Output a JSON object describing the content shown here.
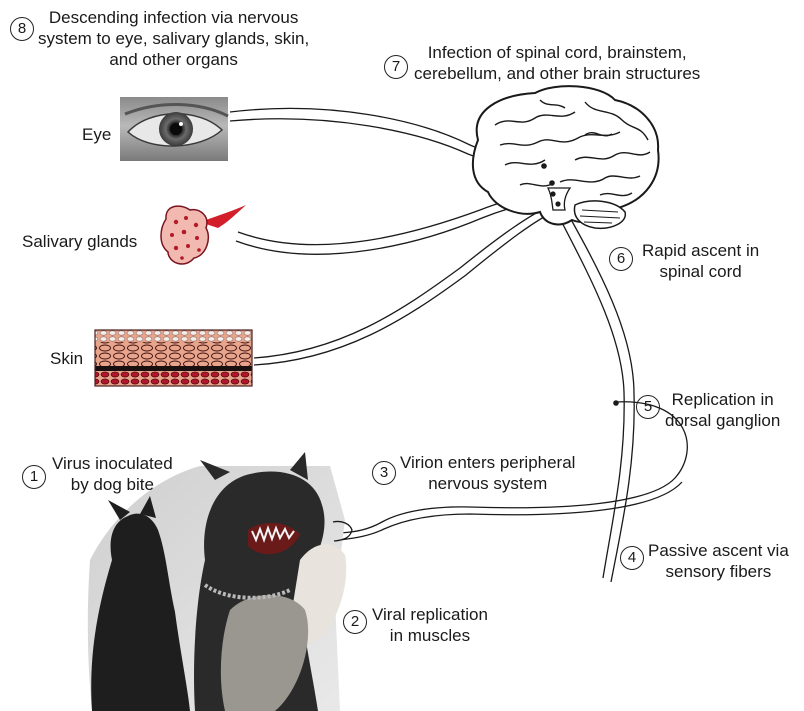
{
  "steps": [
    {
      "n": "1",
      "text_lines": [
        "Virus inoculated",
        "by dog bite"
      ]
    },
    {
      "n": "2",
      "text_lines": [
        "Viral replication",
        "in muscles"
      ]
    },
    {
      "n": "3",
      "text_lines": [
        "Virion enters peripheral",
        "nervous system"
      ]
    },
    {
      "n": "4",
      "text_lines": [
        "Passive ascent via",
        "sensory fibers"
      ]
    },
    {
      "n": "5",
      "text_lines": [
        "Replication in",
        "dorsal ganglion"
      ]
    },
    {
      "n": "6",
      "text_lines": [
        "Rapid ascent in",
        "spinal cord"
      ]
    },
    {
      "n": "7",
      "text_lines": [
        "Infection of spinal cord, brainstem,",
        "cerebellum, and other brain structures"
      ]
    },
    {
      "n": "8",
      "text_lines": [
        "Descending infection via nervous",
        "system to eye, salivary glands, skin,",
        "and other organs"
      ]
    }
  ],
  "organs": {
    "eye": "Eye",
    "salivary": "Salivary glands",
    "skin": "Skin"
  },
  "colors": {
    "ink": "#1a1a1a",
    "salivary_red": "#d21f2a",
    "skin_pink": "#e9a48c",
    "skin_dark": "#9b1424",
    "brain_fill": "#ffffff"
  },
  "icons": [
    "brain-illustration",
    "eye-photo",
    "salivary-gland-illustration",
    "skin-layers-illustration",
    "dogs-photo",
    "nerve-path"
  ]
}
